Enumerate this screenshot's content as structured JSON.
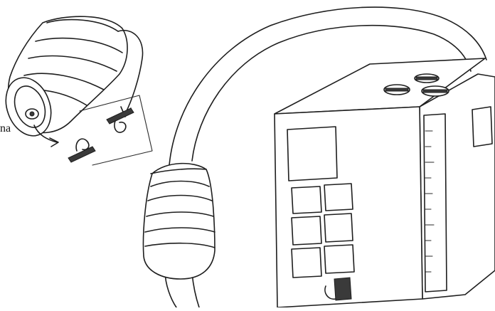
{
  "annotation_fragment": "na",
  "colors": {
    "ink": "#1e1e1e",
    "paper": "#ffffff"
  },
  "parts": [
    "loose-cuff-coil-drawing",
    "filter-piece-drawing",
    "pressure-monitor-drawing",
    "cuff-on-tube-drawing",
    "connecting-tube-drawing"
  ]
}
